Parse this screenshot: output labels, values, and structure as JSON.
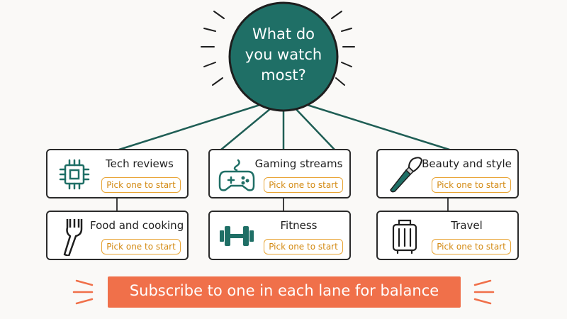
{
  "diagram": {
    "question": "What do you watch most?",
    "lanes": [
      {
        "top": {
          "label": "Tech reviews",
          "action": "Pick one to start",
          "icon": "cpu-chip-icon"
        },
        "bottom": {
          "label": "Food and cooking",
          "action": "Pick one to start",
          "icon": "fork-icon"
        }
      },
      {
        "top": {
          "label": "Gaming streams",
          "action": "Pick one to start",
          "icon": "gamepad-icon"
        },
        "bottom": {
          "label": "Fitness",
          "action": "Pick one to start",
          "icon": "dumbbell-icon"
        }
      },
      {
        "top": {
          "label": "Beauty and style",
          "action": "Pick one to start",
          "icon": "makeup-brush-icon"
        },
        "bottom": {
          "label": "Travel",
          "action": "Pick one to start",
          "icon": "suitcase-icon"
        }
      }
    ],
    "banner": "Subscribe to one in each lane for balance"
  },
  "colors": {
    "hub": "#1f6f66",
    "accent_teal": "#1f6f66",
    "pill_border": "#e8a434",
    "pill_text": "#d38a12",
    "banner": "#f0704a",
    "ink": "#2b2b2b"
  }
}
